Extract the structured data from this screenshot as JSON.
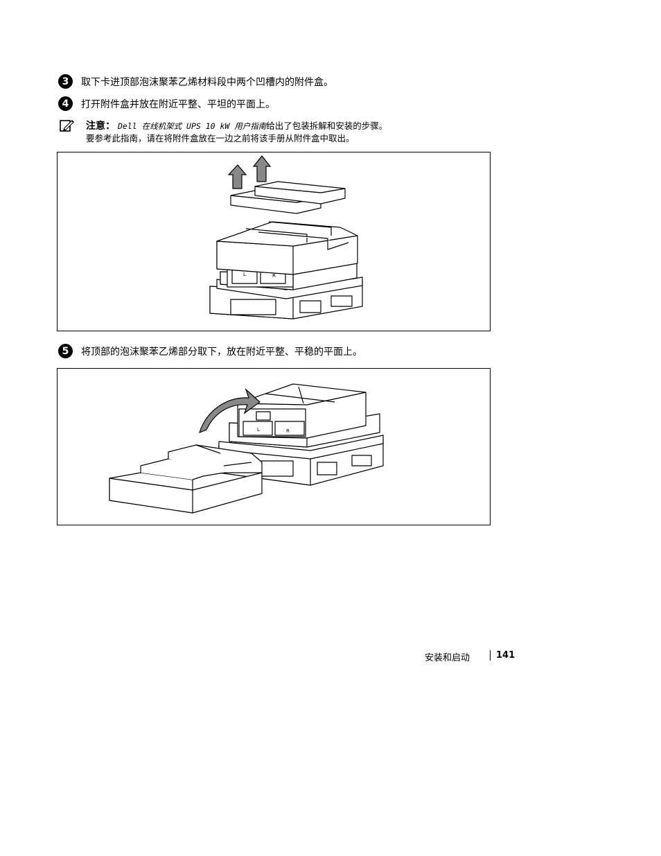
{
  "steps": [
    {
      "number": "3",
      "text": "取下卡进顶部泡沫聚苯乙烯材料段中两个凹槽内的附件盒。"
    },
    {
      "number": "4",
      "text": "打开附件盒并放在附近平整、平坦的平面上。"
    },
    {
      "number": "5",
      "text": "将顶部的泡沫聚苯乙烯部分取下，放在附近平整、平稳的平面上。"
    }
  ],
  "note": {
    "icon": "note-pencil-icon",
    "label": "注意：",
    "doc_title": "Dell 在线机架式 UPS 10 kW 用户指南",
    "text_after_title": "给出了包装拆解和安装的步骤。",
    "line2": "要参考此指南，请在将附件盒放在一边之前将该手册从附件盒中取出。"
  },
  "figure1": {
    "unit_labels": [
      "L",
      "R"
    ]
  },
  "figure2": {
    "unit_labels": [
      "L",
      "R"
    ]
  },
  "footer": {
    "section": "安装和启动",
    "page_number": "141"
  }
}
